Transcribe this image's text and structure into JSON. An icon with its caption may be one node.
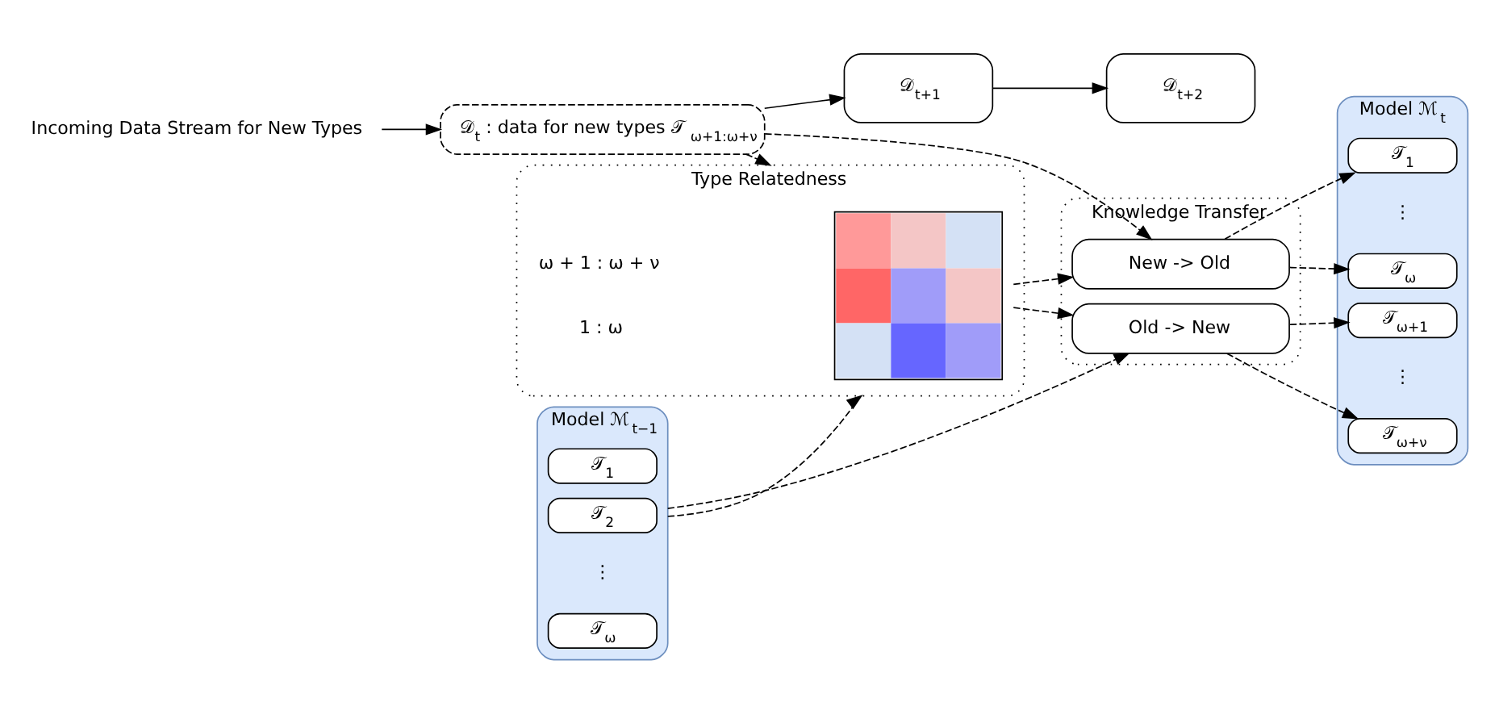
{
  "diagram": {
    "nodes": [
      {
        "text": [
          "Incoming Data Stream for New Types"
        ]
      },
      {
        "text": [
          "𝒟$_{t}$ : data for new types 𝒯$_{ω+1:ω+ν}$"
        ]
      },
      {
        "text": [
          "𝒟$_{t+1}$"
        ]
      },
      {
        "text": [
          "𝒟$_{t+2}$"
        ]
      },
      {
        "text": [
          "Model ℳ$_{t−1}$"
        ]
      },
      {
        "text": [
          "𝒯$_{1}$"
        ],
        "in": 4
      },
      {
        "text": [
          "𝒯$_{2}$"
        ],
        "in": 4
      },
      {
        "text": [
          "𝒯$_{ω}$"
        ],
        "in": 4
      },
      {
        "text": [
          "Type Relatedness"
        ]
      },
      {
        "text": [],
        "shape": "picture",
        "in": 8
      },
      {
        "text": [
          "Knowledge Transfer"
        ]
      },
      {
        "text": [
          "New -> Old"
        ],
        "in": 10
      },
      {
        "text": [
          "Old -> New"
        ],
        "in": 10
      },
      {
        "text": [
          "Model ℳ$_{t}$"
        ]
      },
      {
        "text": [
          "𝒯$_{1}$"
        ],
        "in": 13
      },
      {
        "text": [
          "𝒯$_{ω}$"
        ],
        "in": 13
      },
      {
        "text": [
          "𝒯$_{ω+1}$"
        ],
        "in": 13
      },
      {
        "text": [
          "𝒯$_{ω+ν}$"
        ],
        "in": 13
      }
    ],
    "edges": [
      {
        "from": 0,
        "to": 1,
        "arrow": "to"
      },
      {
        "from": 1,
        "to": 2,
        "arrow": "to"
      },
      {
        "from": 2,
        "to": 3,
        "arrow": "to"
      },
      {
        "from": 1,
        "to": 8,
        "arrow": "to",
        "style": "dashed"
      },
      {
        "from": 1,
        "to": 11,
        "arrow": "to",
        "style": "dashed"
      },
      {
        "from": 4,
        "to": 8,
        "arrow": "to",
        "style": "dashed"
      },
      {
        "from": 9,
        "to": 11,
        "arrow": "to",
        "style": "dashed"
      },
      {
        "from": 9,
        "to": 12,
        "arrow": "to",
        "style": "dashed"
      },
      {
        "from": 4,
        "to": 12,
        "arrow": "to",
        "style": "dashed"
      },
      {
        "from": 11,
        "to": 14,
        "arrow": "to",
        "style": "dashed"
      },
      {
        "from": 11,
        "to": 15,
        "arrow": "to",
        "style": "dashed"
      },
      {
        "from": 12,
        "to": 16,
        "arrow": "to",
        "style": "dashed"
      },
      {
        "from": 12,
        "to": 17,
        "arrow": "to",
        "style": "dashed"
      }
    ],
    "labels": [
      "ω + 1 : ω + ν",
      "1 : ω",
      "⋮",
      "⋮",
      "⋮"
    ]
  }
}
